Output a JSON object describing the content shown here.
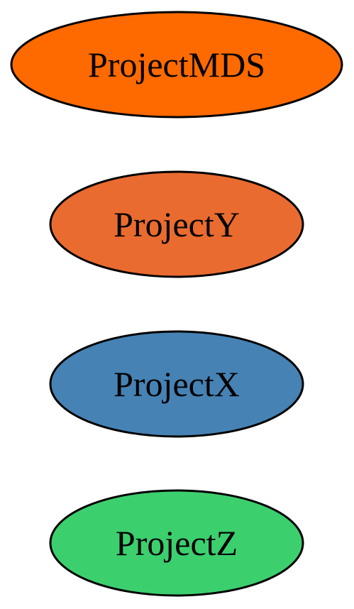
{
  "diagram": {
    "nodes": [
      {
        "id": "projectmds",
        "label": "ProjectMDS",
        "color": "#ff6a00"
      },
      {
        "id": "projecty",
        "label": "ProjectY",
        "color": "#e96b2f"
      },
      {
        "id": "projectx",
        "label": "ProjectX",
        "color": "#4682b4"
      },
      {
        "id": "projectz",
        "label": "ProjectZ",
        "color": "#3ccf6e"
      }
    ]
  }
}
